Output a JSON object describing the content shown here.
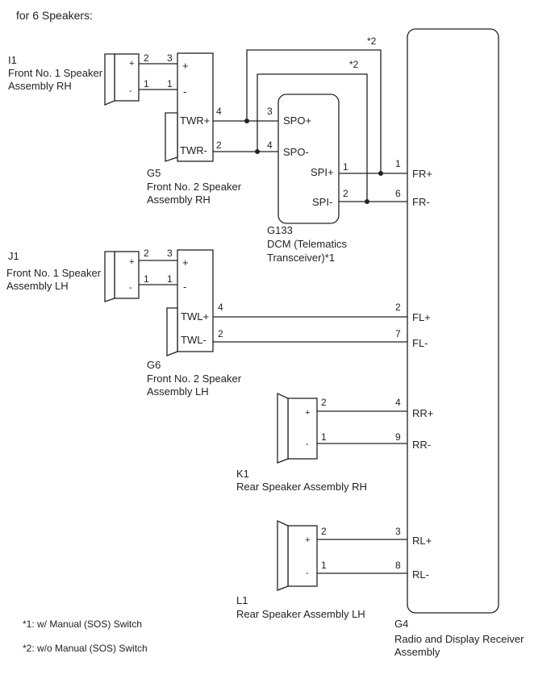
{
  "heading": "for 6 Speakers:",
  "notes": {
    "note1": "*1: w/ Manual (SOS) Switch",
    "note2": "*2: w/o Manual (SOS) Switch",
    "ref2": "*2"
  },
  "pins": {
    "n1": "1",
    "n2": "2",
    "n3": "3",
    "n4": "4",
    "n6": "6",
    "n7": "7",
    "n8": "8",
    "n9": "9",
    "plus": "+",
    "minus": "-"
  },
  "components": {
    "i1": {
      "code": "I1",
      "name1": "Front No. 1 Speaker",
      "name2": "Assembly RH"
    },
    "g5": {
      "code": "G5",
      "name1": "Front No. 2 Speaker",
      "name2": "Assembly RH",
      "pos": "TWR+",
      "neg": "TWR-"
    },
    "g133": {
      "code": "G133",
      "name1": "DCM (Telematics",
      "name2": "Transceiver)*1",
      "spo_pos": "SPO+",
      "spo_neg": "SPO-",
      "spi_pos": "SPI+",
      "spi_neg": "SPI-"
    },
    "j1": {
      "code": "J1",
      "name1": "Front No. 1 Speaker",
      "name2": "Assembly LH"
    },
    "g6": {
      "code": "G6",
      "name1": "Front No. 2 Speaker",
      "name2": "Assembly LH",
      "pos": "TWL+",
      "neg": "TWL-"
    },
    "k1": {
      "code": "K1",
      "name1": "Rear Speaker Assembly RH"
    },
    "l1": {
      "code": "L1",
      "name1": "Rear Speaker Assembly LH"
    },
    "g4": {
      "code": "G4",
      "name1": "Radio and Display Receiver",
      "name2": "Assembly",
      "fr_pos": "FR+",
      "fr_neg": "FR-",
      "fl_pos": "FL+",
      "fl_neg": "FL-",
      "rr_pos": "RR+",
      "rr_neg": "RR-",
      "rl_pos": "RL+",
      "rl_neg": "RL-"
    }
  }
}
